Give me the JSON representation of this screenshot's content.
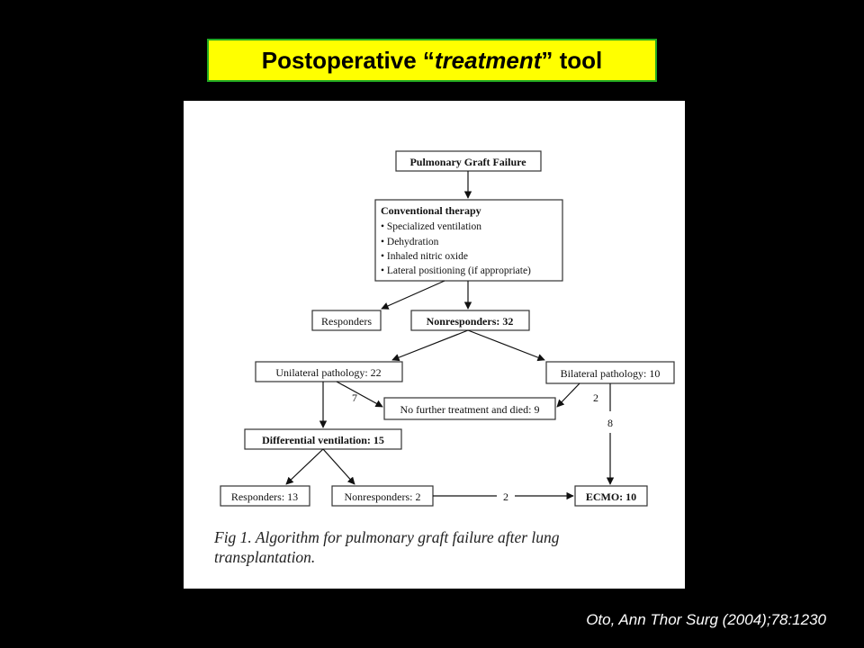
{
  "title": {
    "prefix": "Postoperative “",
    "emphasis": "treatment",
    "suffix": "” tool"
  },
  "flowchart": {
    "nodes": {
      "graft_failure": "Pulmonary Graft Failure",
      "conventional_title": "Conventional  therapy",
      "conventional_items": [
        "• Specialized ventilation",
        "• Dehydration",
        "• Inhaled  nitric  oxide",
        "• Lateral positioning (if appropriate)"
      ],
      "responders": "Responders",
      "nonresponders": "Nonresponders: 32",
      "unilateral": "Unilateral pathology: 22",
      "bilateral": "Bilateral pathology: 10",
      "no_further": "No further treatment and died: 9",
      "differential": "Differential ventilation: 15",
      "responders_13": "Responders: 13",
      "nonresponders_2": "Nonresponders: 2",
      "ecmo": "ECMO: 10"
    },
    "edge_labels": {
      "uni_to_died": "7",
      "bi_to_died": "2",
      "bi_to_ecmo": "8",
      "non2_to_ecmo": "2"
    }
  },
  "caption": {
    "line1": "Fig 1.  Algorithm for pulmonary graft failure after lung",
    "line2": "transplantation."
  },
  "citation": "Oto, Ann Thor Surg (2004);78:1230"
}
